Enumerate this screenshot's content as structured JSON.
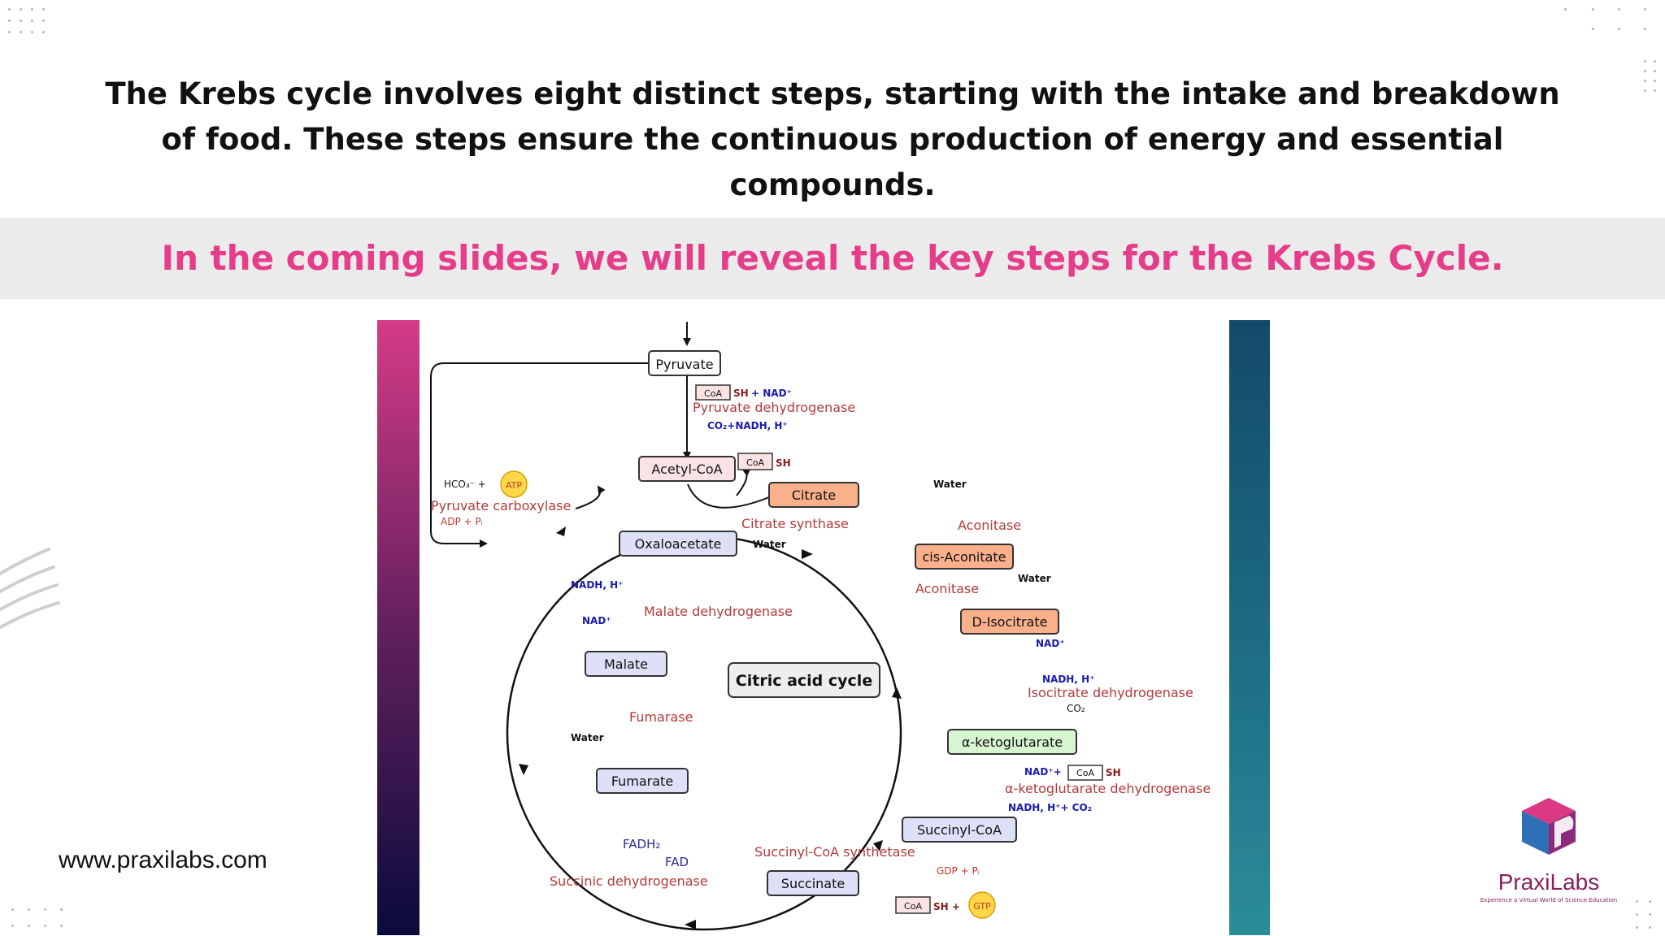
{
  "slide": {
    "intro_text": "The Krebs cycle involves eight distinct steps, starting with the intake and breakdown of food. These steps ensure the continuous production of energy and essential compounds.",
    "highlight_text": "In the coming slides, we will reveal the key steps for the Krebs Cycle.",
    "website": "www.praxilabs.com",
    "accent_color": "#e53d8a",
    "band_color": "#ebebeb"
  },
  "logo": {
    "name": "PraxiLabs",
    "tagline": "Experience a Virtual World of Science Education"
  },
  "diagram": {
    "title": "Citric acid cycle",
    "metabolites": {
      "pyruvate": "Pyruvate",
      "acetyl_coa": "Acetyl-CoA",
      "citrate": "Citrate",
      "cis_aconitate": "cis-Aconitate",
      "d_isocitrate": "D-Isocitrate",
      "a_ketoglutarate": "α-ketoglutarate",
      "succinyl_coa": "Succinyl-CoA",
      "succinate": "Succinate",
      "fumarate": "Fumarate",
      "malate": "Malate",
      "oxaloacetate": "Oxaloacetate"
    },
    "enzymes": {
      "pyruvate_dehydrogenase": "Pyruvate dehydrogenase",
      "pyruvate_carboxylase": "Pyruvate carboxylase",
      "citrate_synthase": "Citrate synthase",
      "aconitase_1": "Aconitase",
      "aconitase_2": "Aconitase",
      "isocitrate_dehydrogenase": "Isocitrate dehydrogenase",
      "akg_dehydrogenase": "α-ketoglutarate dehydrogenase",
      "succinyl_coa_synthetase": "Succinyl-CoA synthetase",
      "succinic_dehydrogenase": "Succinic dehydrogenase",
      "fumarase": "Fumarase",
      "malate_dehydrogenase": "Malate dehydrogenase"
    },
    "cofactors": {
      "coa": "CoA",
      "sh": "SH",
      "nad_plus": "+ NAD⁺",
      "co2_nadh": "CO₂+NADH, H⁺",
      "hco3": "HCO₃⁻ +",
      "atp": "ATP",
      "adp_pi": "ADP + Pᵢ",
      "water": "Water",
      "nad": "NAD⁺",
      "nadh_h": "NADH, H⁺",
      "co2": "CO₂",
      "nad_plus_short": "NAD⁺+",
      "nadh_co2": "NADH, H⁺+ CO₂",
      "gdp_pi": "GDP + Pᵢ",
      "sh_plus": "SH +",
      "gtp": "GTP",
      "fadh2": "FADH₂",
      "fad": "FAD"
    }
  }
}
